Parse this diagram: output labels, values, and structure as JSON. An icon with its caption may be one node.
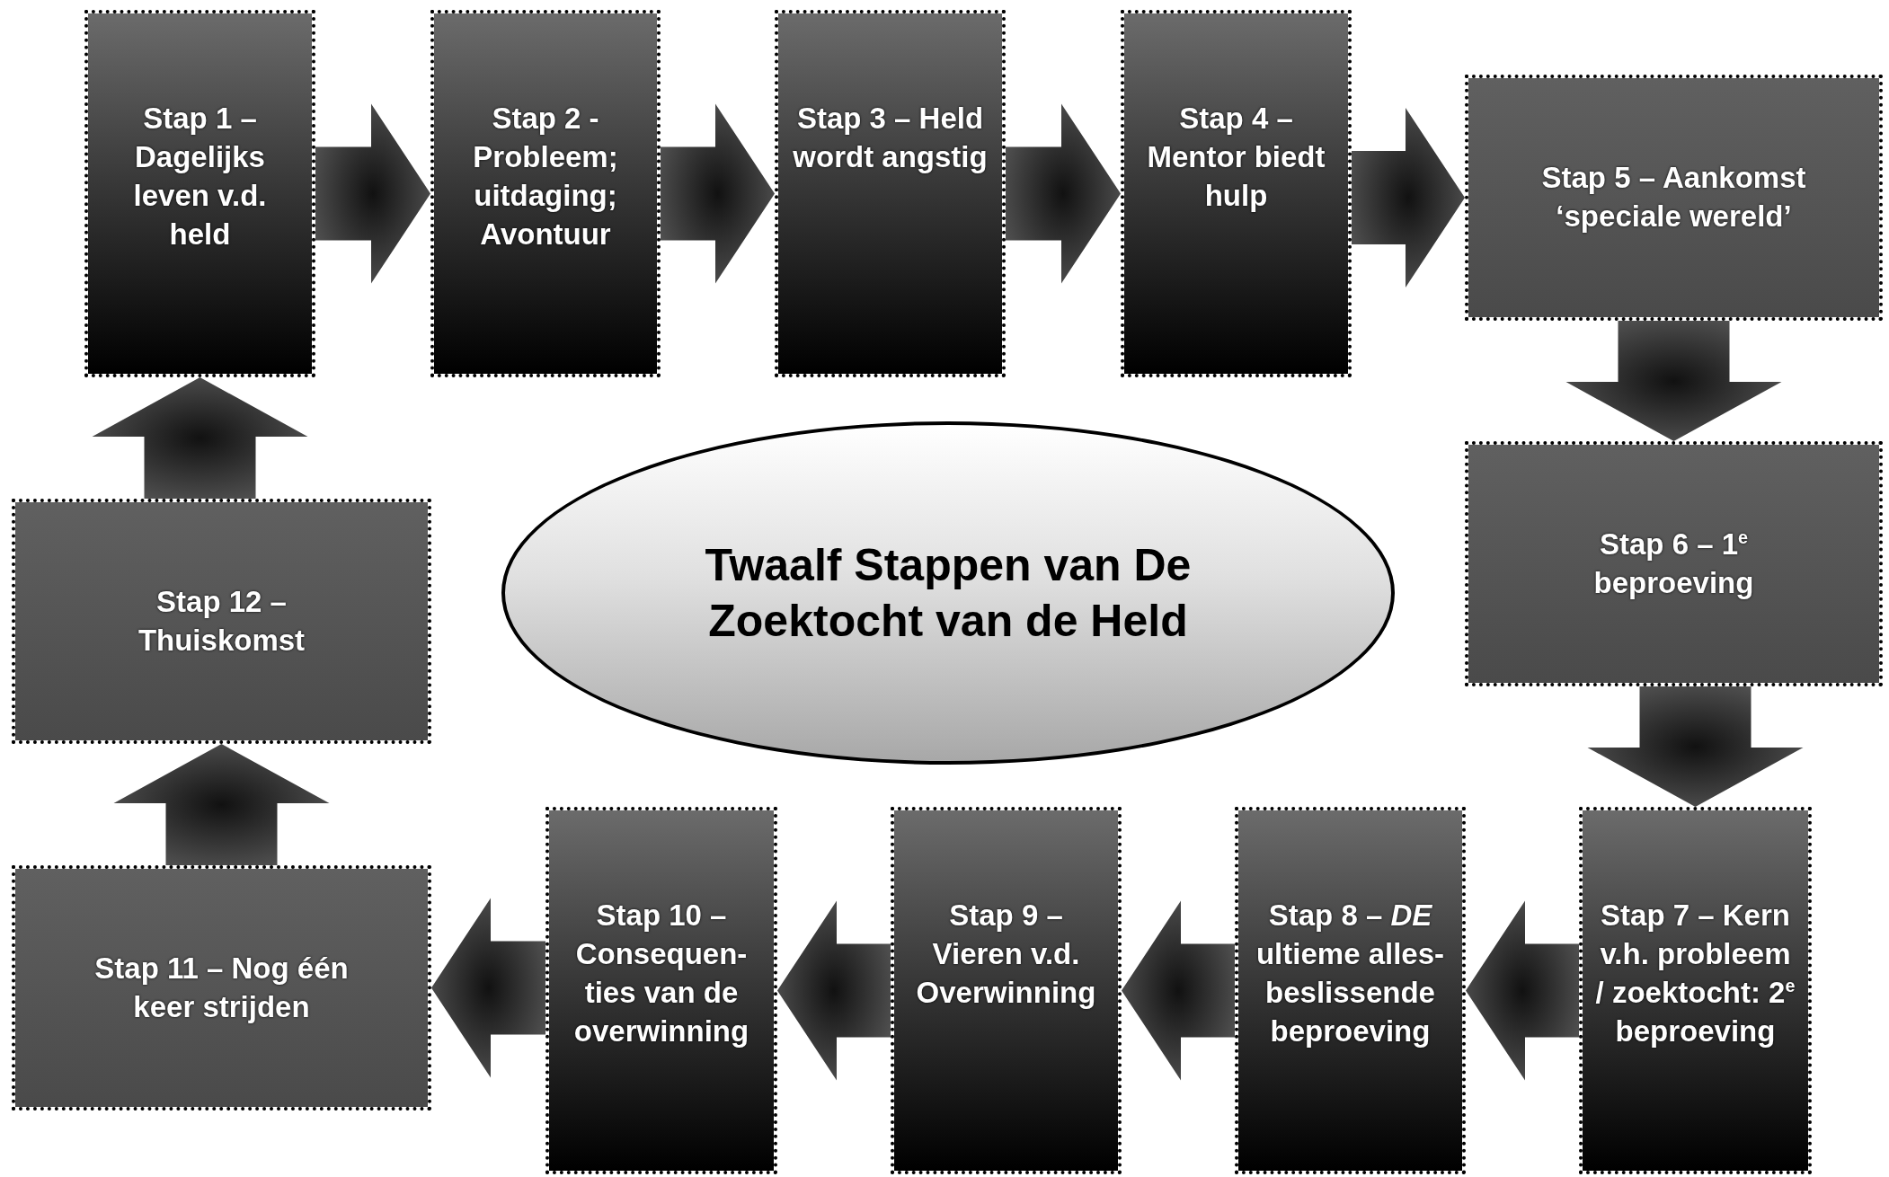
{
  "diagram": {
    "nodes": [
      {
        "text": [
          "Stap 1 – Dagelijks leven v.d. held"
        ]
      },
      {
        "text": [
          "Stap 2 - Probleem; uitdaging; Avontuur"
        ]
      },
      {
        "text": [
          "Stap 3 – Held wordt angstig"
        ]
      },
      {
        "text": [
          "Stap 4 – Mentor biedt hulp"
        ]
      },
      {
        "text": [
          "Stap 5 – Aankomst ‘speciale wereld’"
        ]
      },
      {
        "text": [
          "Stap 6 – 1$^{e}$ beproeving"
        ]
      },
      {
        "text": [
          "Stap 7 – Kern v.h. probleem / zoektocht: 2$^{e}$ beproeving"
        ]
      },
      {
        "text": [
          "Stap 8 – *DE* ultieme alles-beslissende beproeving"
        ]
      },
      {
        "text": [
          "Stap 9 – Vieren v.d. Overwinning"
        ]
      },
      {
        "text": [
          "Stap 10 – Consequen-ties van de overwinning"
        ]
      },
      {
        "text": [
          "Stap 11 – Nog één keer strijden"
        ]
      },
      {
        "text": [
          "Stap 12 – Thuiskomst"
        ]
      },
      {
        "text": [
          "Twaalf Stappen van De Zoektocht van de Held"
        ]
      }
    ],
    "edges": [
      {
        "from": 0,
        "to": 1,
        "arrow": "to"
      },
      {
        "from": 1,
        "to": 2,
        "arrow": "to"
      },
      {
        "from": 2,
        "to": 3,
        "arrow": "to"
      },
      {
        "from": 3,
        "to": 4,
        "arrow": "to"
      },
      {
        "from": 4,
        "to": 5,
        "arrow": "to"
      },
      {
        "from": 5,
        "to": 6,
        "arrow": "to"
      },
      {
        "from": 6,
        "to": 7,
        "arrow": "to"
      },
      {
        "from": 7,
        "to": 8,
        "arrow": "to"
      },
      {
        "from": 8,
        "to": 9,
        "arrow": "to"
      },
      {
        "from": 9,
        "to": 10,
        "arrow": "to"
      },
      {
        "from": 10,
        "to": 11,
        "arrow": "to"
      },
      {
        "from": 11,
        "to": 0,
        "arrow": "to"
      }
    ]
  }
}
